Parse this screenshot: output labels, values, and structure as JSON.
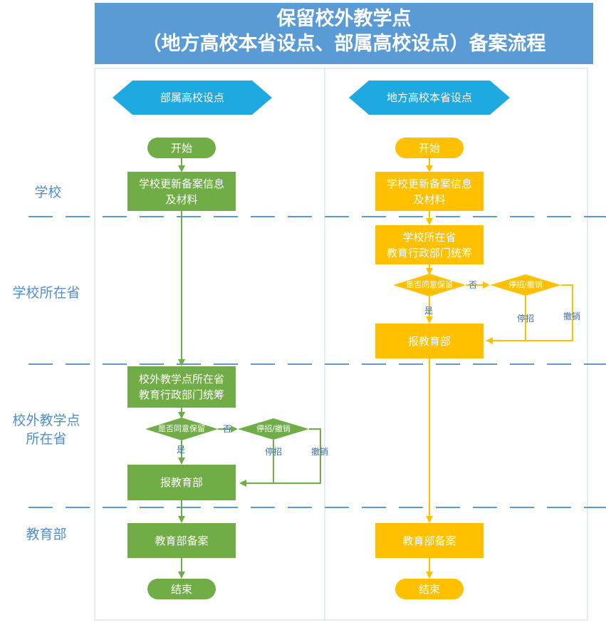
{
  "title": {
    "line1": "保留校外教学点",
    "line2": "（地方高校本省设点、部属高校设点）备案流程"
  },
  "lanes": {
    "school": "学校",
    "province": "学校所在省",
    "site_province": "校外教学点\n所在省",
    "ministry": "教育部"
  },
  "left": {
    "header": "部属高校设点",
    "start": "开始",
    "update": "学校更新备案信息\n及材料",
    "coordinate": "校外教学点所在省\n教育行政部门统筹",
    "decision": "是否同意保留",
    "yes": "是",
    "no": "否",
    "stop_decision": "停招/撤销",
    "stop": "停招",
    "revoke": "撤销",
    "report": "报教育部",
    "record": "教育部备案",
    "end": "结束"
  },
  "right": {
    "header": "地方高校本省设点",
    "start": "开始",
    "update": "学校更新备案信息\n及材料",
    "coordinate": "学校所在省\n教育行政部门统筹",
    "decision": "是否同意保留",
    "yes": "是",
    "no": "否",
    "stop_decision": "停招/撤销",
    "stop": "停招",
    "revoke": "撤销",
    "report": "报教育部",
    "record": "教育部备案",
    "end": "结束"
  },
  "colors": {
    "title_bg": "#5b9bd5",
    "header_hex": "#1fa9e1",
    "green": "#70ad47",
    "amber": "#ffc000",
    "lane_text": "#4f8fd0",
    "dash": "#5b9bd5"
  }
}
